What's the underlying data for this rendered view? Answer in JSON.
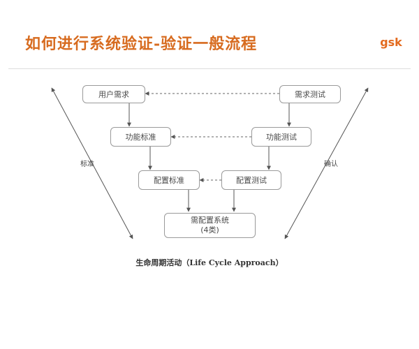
{
  "header": {
    "title": "如何进行系统验证-验证一般流程",
    "logo_text": "gsk"
  },
  "diagram": {
    "boxes": {
      "user_requirements": "用户需求",
      "functional_spec": "功能标准",
      "config_spec": "配置标准",
      "configurable_system_line1": "需配置系统",
      "configurable_system_line2": "(4类)",
      "requirement_test": "需求测试",
      "functional_test": "功能测试",
      "config_test": "配置测试"
    },
    "left_side_label": "标准",
    "right_side_label": "确认",
    "caption": "生命周期活动（Life Cycle Approach）"
  },
  "colors": {
    "title": "#d76b1f",
    "logo": "#e36b1f",
    "line": "#555555",
    "box_border": "#9a9a9a"
  }
}
